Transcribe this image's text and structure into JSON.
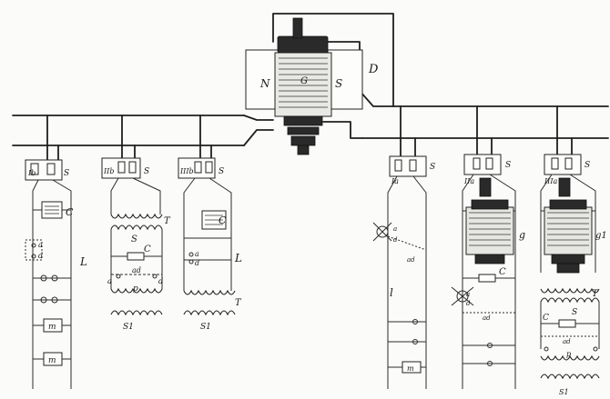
{
  "labels": {
    "generator": "G",
    "north_pole": "N",
    "south_pole": "S",
    "feeder": "D",
    "station_1b": "Ib",
    "station_2b": "IIb",
    "station_3b": "IIIb",
    "station_1a": "Ia",
    "station_2a": "IIa",
    "station_3a": "IIIa",
    "switch": "S",
    "capacitor": "C",
    "condenser_right": "C",
    "motor_2a": "g",
    "motor_3a": "g1",
    "transformer": "T",
    "lamp_line": "L",
    "lamp_line_right": "l",
    "secondary": "S1",
    "secondary_2": "S1",
    "lamp_a": "a",
    "lamp_d": "d",
    "lamp_ad": "ad",
    "meter": "m",
    "primary": "p"
  }
}
